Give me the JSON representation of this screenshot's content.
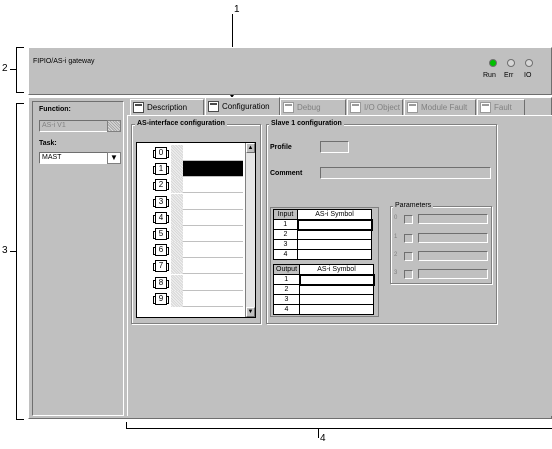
{
  "callouts": {
    "c1": "1",
    "c2": "2",
    "c3": "3",
    "c4": "4"
  },
  "header": {
    "title": "FIPIO/AS-i gateway",
    "leds": [
      {
        "label": "Run",
        "color": "#00c000"
      },
      {
        "label": "Err",
        "color": "#c0c0c0"
      },
      {
        "label": "IO",
        "color": "#c0c0c0"
      }
    ]
  },
  "left_panel": {
    "function_label": "Function:",
    "function_value": "AS-i V1",
    "task_label": "Task:",
    "task_value": "MAST"
  },
  "tabs": [
    {
      "label": "Description",
      "state": "normal"
    },
    {
      "label": "Configuration",
      "state": "active"
    },
    {
      "label": "Debug",
      "state": "disabled"
    },
    {
      "label": "I/O Object",
      "state": "disabled"
    },
    {
      "label": "Module Fault",
      "state": "disabled"
    },
    {
      "label": "Fault",
      "state": "disabled"
    }
  ],
  "asi_config": {
    "title": "AS-interface configuration",
    "slaves": [
      "0",
      "1",
      "2",
      "3",
      "4",
      "5",
      "6",
      "7",
      "8",
      "9"
    ],
    "selected_index": 1
  },
  "slave_config": {
    "title": "Slave 1 configuration",
    "profile_label": "Profile",
    "profile_value": "",
    "comment_label": "Comment",
    "comment_value": ""
  },
  "io_tables": {
    "input_header": "Input",
    "output_header": "Output",
    "symbol_header": "AS-i Symbol",
    "input_rows": [
      "1",
      "2",
      "3",
      "4"
    ],
    "output_rows": [
      "1",
      "2",
      "3",
      "4"
    ]
  },
  "parameters": {
    "title": "Parameters",
    "rows": [
      "0",
      "1",
      "2",
      "3"
    ]
  },
  "colors": {
    "panel": "#c0c0c0",
    "selected": "#000000",
    "run_led": "#00c000"
  }
}
